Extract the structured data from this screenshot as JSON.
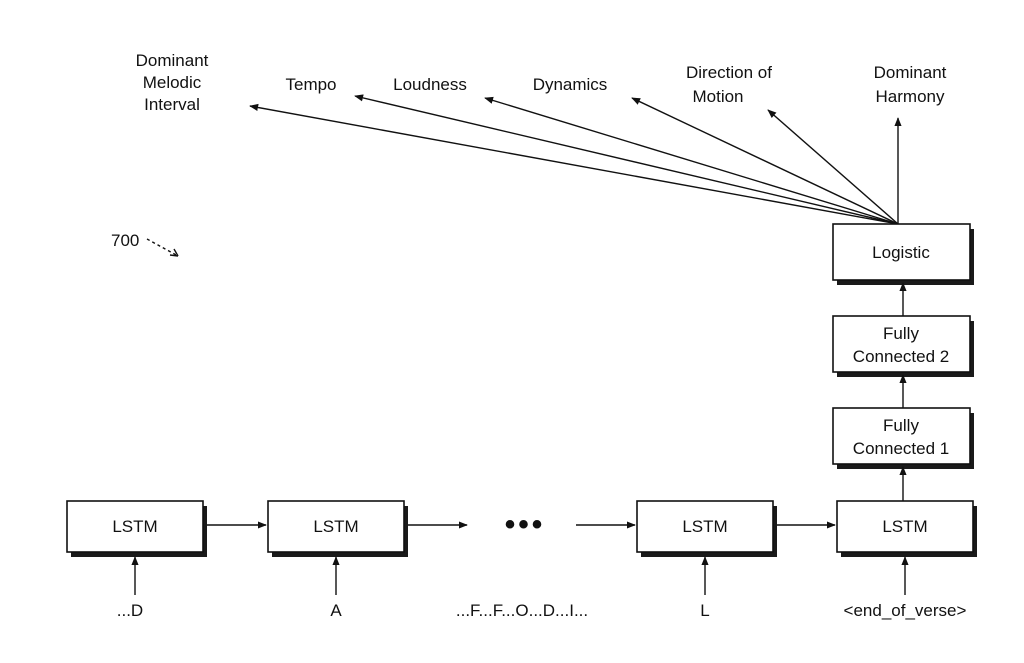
{
  "figure_number": "700",
  "outputs": [
    {
      "id": "dominant-melodic-interval",
      "lines": [
        "Dominant",
        "Melodic",
        "Interval"
      ]
    },
    {
      "id": "tempo",
      "lines": [
        "Tempo"
      ]
    },
    {
      "id": "loudness",
      "lines": [
        "Loudness"
      ]
    },
    {
      "id": "dynamics",
      "lines": [
        "Dynamics"
      ]
    },
    {
      "id": "direction-of-motion",
      "lines": [
        "Direction of",
        "Motion"
      ]
    },
    {
      "id": "dominant-harmony",
      "lines": [
        "Dominant",
        "Harmony"
      ]
    }
  ],
  "head_layers": {
    "logistic": "Logistic",
    "fc2": [
      "Fully",
      "Connected 2"
    ],
    "fc1": [
      "Fully",
      "Connected 1"
    ]
  },
  "lstm_cells": [
    {
      "label": "LSTM",
      "input": "...D"
    },
    {
      "label": "LSTM",
      "input": "A"
    },
    {
      "label": "LSTM",
      "input": "L"
    },
    {
      "label": "LSTM",
      "input": "<end_of_verse>"
    }
  ],
  "ellipsis": "•••",
  "middle_inputs": "...F...F...O...D...I...",
  "colors": {
    "stroke": "#111111",
    "background": "#ffffff"
  }
}
